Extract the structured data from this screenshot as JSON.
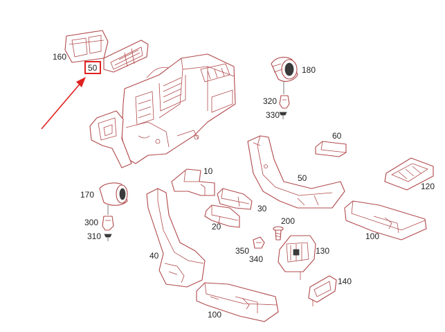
{
  "diagram": {
    "highlight_color": "#e02020",
    "part_color": "#b0484a",
    "parts": {
      "p160": "160",
      "p50_highlight": "50",
      "p180": "180",
      "p320": "320",
      "p330": "330",
      "p60": "60",
      "p10": "10",
      "p50": "50",
      "p120": "120",
      "p170": "170",
      "p30": "30",
      "p20": "20",
      "p300": "300",
      "p310": "310",
      "p200": "200",
      "p100_right": "100",
      "p350": "350",
      "p130": "130",
      "p340": "340",
      "p40": "40",
      "p140": "140",
      "p100_bottom": "100"
    }
  }
}
